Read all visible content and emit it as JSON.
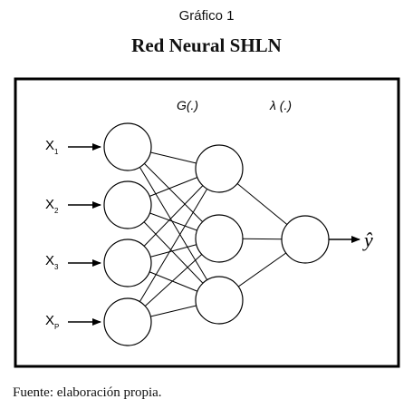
{
  "figure_label": "Gráfico 1",
  "title": "Red Neural SHLN",
  "source": "Fuente: elaboración propia.",
  "layers": {
    "hidden_label": "G(.)",
    "output_label": "λ (.)"
  },
  "inputs": [
    {
      "base": "X",
      "sub": "1"
    },
    {
      "base": "X",
      "sub": "2"
    },
    {
      "base": "X",
      "sub": "3"
    },
    {
      "base": "X",
      "sub": "P"
    }
  ],
  "output": {
    "symbol": "ŷ"
  }
}
